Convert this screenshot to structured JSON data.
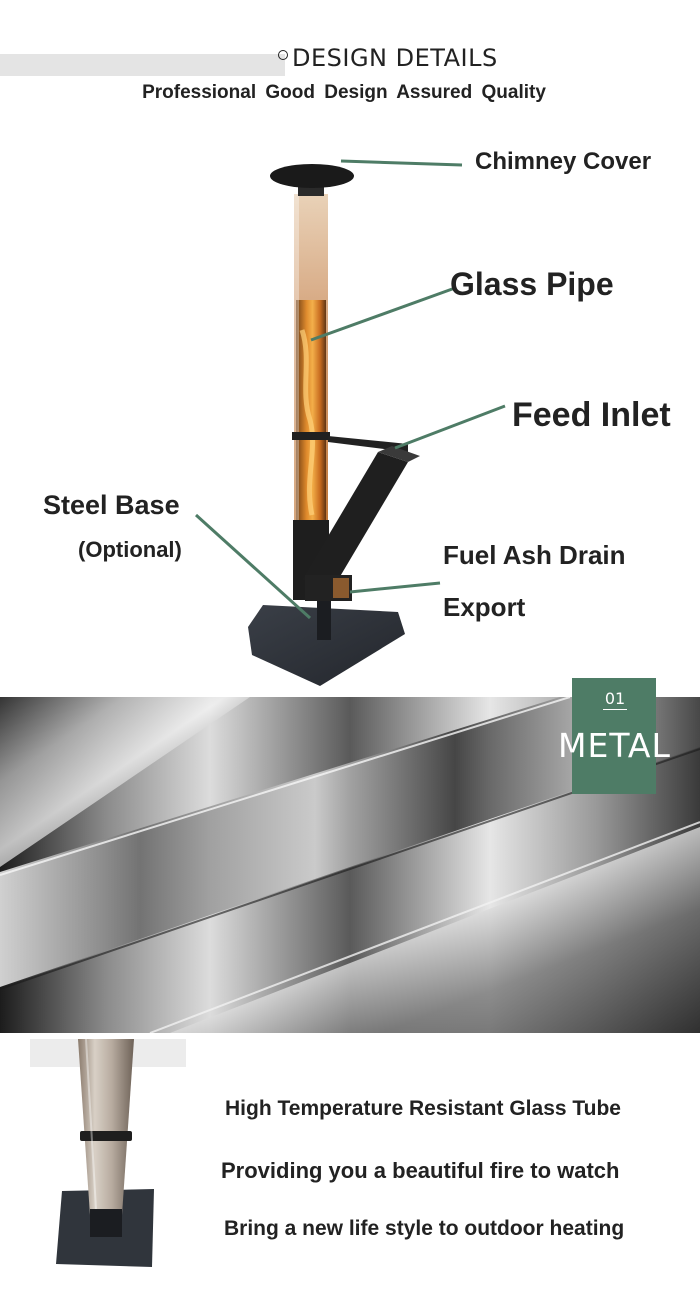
{
  "header": {
    "title": "DESIGN DETAILS",
    "subtitle": "Professional  Good Design  Assured Quality"
  },
  "diagram": {
    "labels": {
      "chimney_cover": "Chimney Cover",
      "glass_pipe": "Glass Pipe",
      "feed_inlet": "Feed Inlet",
      "steel_base": "Steel Base",
      "optional": "(Optional)",
      "fuel_ash_drain": "Fuel Ash Drain",
      "export": "Export"
    },
    "leader_color": "#4e7c66"
  },
  "metal_section": {
    "number": "01",
    "word": "METAL",
    "badge_color": "#4e7c66"
  },
  "features": [
    "High Temperature Resistant Glass Tube",
    "Providing you a beautiful fire to watch",
    "Bring a new life style to outdoor heating"
  ]
}
